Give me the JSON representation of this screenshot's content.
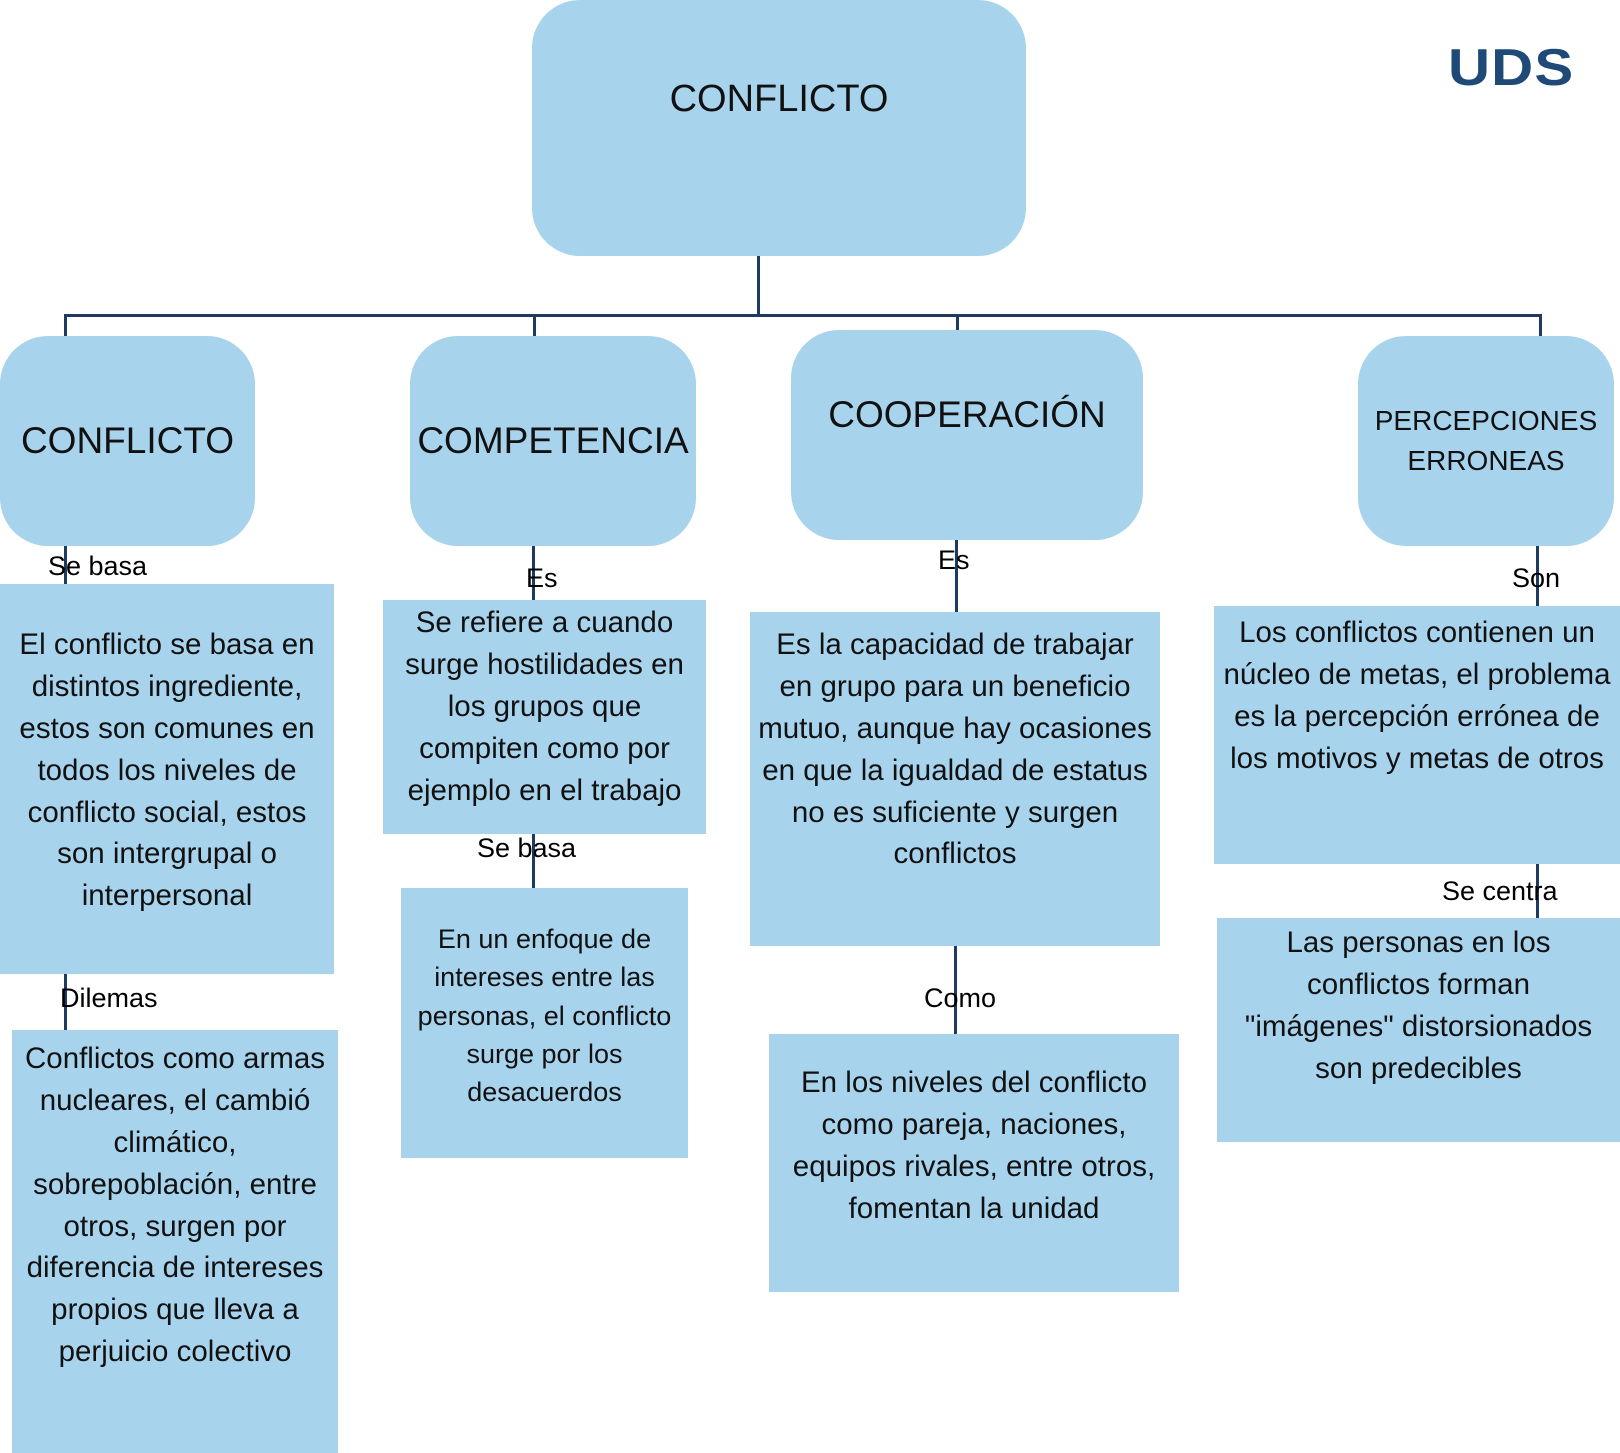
{
  "logo": "UDS",
  "root": {
    "title": "CONFLICTO"
  },
  "branches": [
    {
      "title": "CONFLICTO",
      "link1": "Se basa",
      "box1": "El conflicto se basa en distintos ingrediente, estos son comunes en todos los niveles de conflicto social, estos son intergrupal o interpersonal",
      "link2": "Dilemas",
      "box2": "Conflictos como armas nucleares, el cambió climático, sobrepoblación, entre otros, surgen por diferencia de intereses propios que lleva a perjuicio colectivo"
    },
    {
      "title": "COMPETENCIA",
      "link1": "Es",
      "box1": "Se refiere a cuando surge hostilidades en los grupos que compiten como por ejemplo en el trabajo",
      "link2": "Se basa",
      "box2": "En un enfoque de intereses entre las personas, el conflicto surge por los desacuerdos"
    },
    {
      "title": "COOPERACIÓN",
      "link1": "Es",
      "box1": "Es la capacidad de trabajar en grupo para un beneficio mutuo, aunque hay ocasiones en que la igualdad de estatus no es suficiente y surgen conflictos",
      "link2": "Como",
      "box2": "En los niveles del conflicto como pareja, naciones, equipos rivales, entre otros, fomentan la unidad"
    },
    {
      "title": "PERCEPCIONES ERRONEAS",
      "link1": "Son",
      "box1": "Los conflictos contienen un núcleo de metas, el problema es la percepción errónea de los motivos y metas de otros",
      "link2": "Se centra",
      "box2": "Las personas en los conflictos forman \"imágenes\" distorsionados son predecibles"
    }
  ]
}
